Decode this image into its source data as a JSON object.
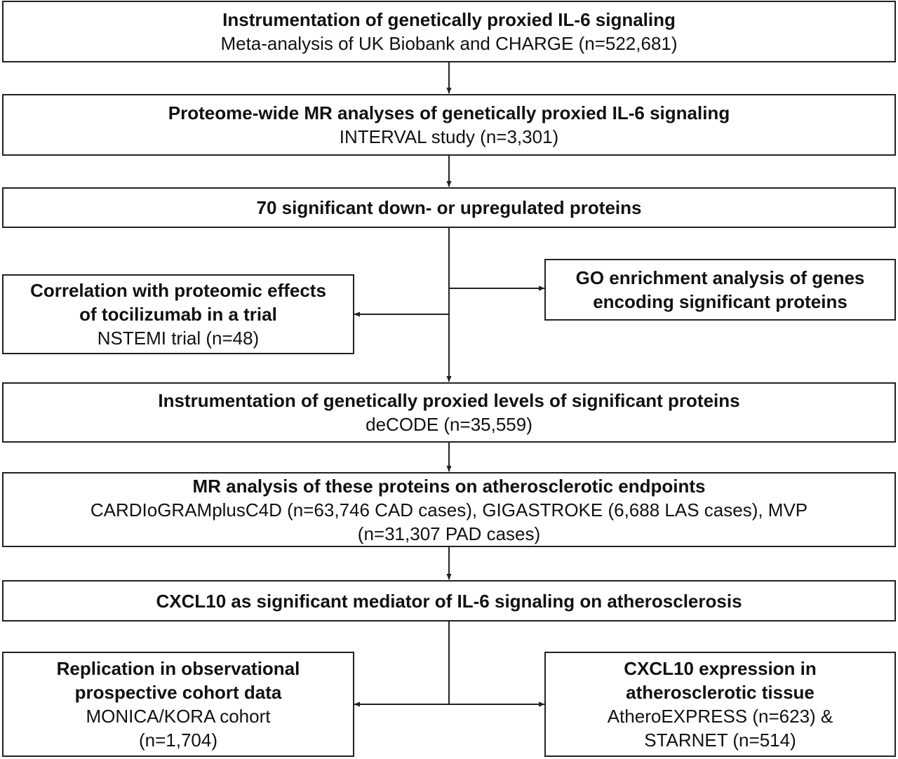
{
  "boxes": {
    "b1": {
      "bold": [
        "Instrumentation of genetically proxied IL-6 signaling"
      ],
      "regular": [
        "Meta-analysis of UK Biobank and CHARGE (n=522,681)"
      ]
    },
    "b2": {
      "bold": [
        "Proteome-wide MR analyses of genetically proxied IL-6 signaling"
      ],
      "regular": [
        "INTERVAL study (n=3,301)"
      ]
    },
    "b3": {
      "bold": [
        "70 significant down- or upregulated proteins"
      ],
      "regular": []
    },
    "b4": {
      "bold": [
        "Correlation with proteomic effects",
        "of tocilizumab in a trial"
      ],
      "regular": [
        "NSTEMI trial (n=48)"
      ]
    },
    "b5": {
      "bold": [
        "GO enrichment analysis of genes",
        "encoding significant proteins"
      ],
      "regular": []
    },
    "b6": {
      "bold": [
        "Instrumentation of genetically proxied levels of significant proteins"
      ],
      "regular": [
        "deCODE (n=35,559)"
      ]
    },
    "b7": {
      "bold": [
        "MR analysis of these proteins on atherosclerotic endpoints"
      ],
      "regular": [
        "CARDIoGRAMplusC4D (n=63,746 CAD cases), GIGASTROKE (6,688 LAS cases), MVP",
        "(n=31,307 PAD cases)"
      ]
    },
    "b8": {
      "bold": [
        "CXCL10 as significant mediator of IL-6 signaling on atherosclerosis"
      ],
      "regular": []
    },
    "b9": {
      "bold": [
        "Replication in observational",
        "prospective cohort data"
      ],
      "regular": [
        "MONICA/KORA cohort",
        "(n=1,704)"
      ]
    },
    "b10": {
      "bold": [
        "CXCL10 expression in",
        "atherosclerotic tissue"
      ],
      "regular": [
        "AtheroEXPRESS (n=623) &",
        "STARNET (n=514)"
      ]
    }
  }
}
